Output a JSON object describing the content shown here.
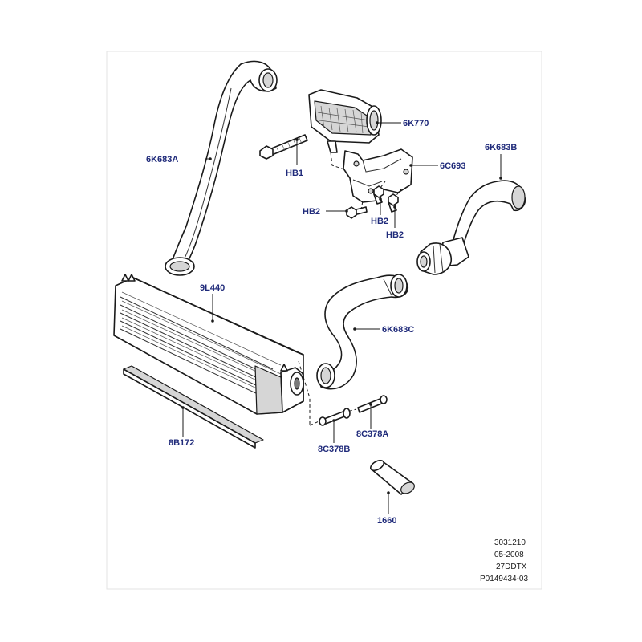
{
  "callouts": {
    "hose_6k683a": "6K683A",
    "hose_6k683b": "6K683B",
    "hose_6k683c": "6K683C",
    "intercooler_9l440": "9L440",
    "housing_6k770": "6K770",
    "bracket_6c693": "6C693",
    "bolt_hb1": "HB1",
    "bolt_hb2_left": "HB2",
    "bolt_hb2_mid": "HB2",
    "bolt_hb2_right": "HB2",
    "seal_8b172": "8B172",
    "pin_8c378a": "8C378A",
    "pin_8c378b": "8C378B",
    "sleeve_1660": "1660"
  },
  "reference_block": {
    "line1": "3031210",
    "line2": "05-2008",
    "line3": "27DDTX",
    "line4": "P0149434-03"
  },
  "colors": {
    "callout_text": "#1f2a7a",
    "line_art": "#1a1a1a",
    "background": "#ffffff"
  }
}
